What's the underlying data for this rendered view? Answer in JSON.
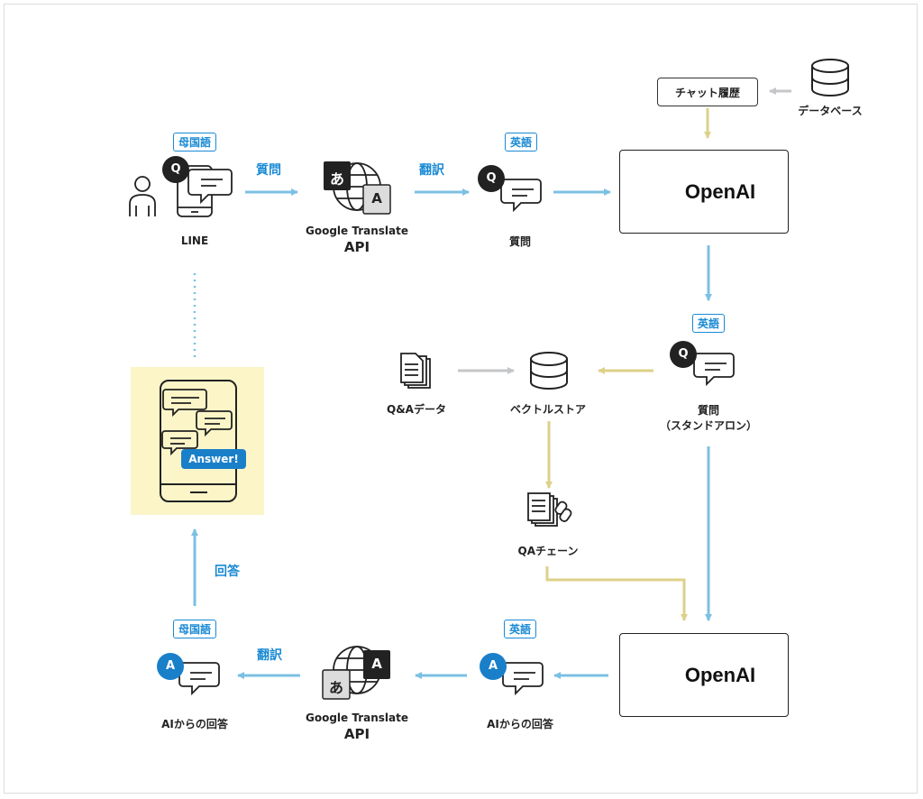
{
  "tags": {
    "native_top": "母国語",
    "english_top": "英語",
    "english_mid": "英語",
    "native_bottom": "母国語",
    "english_bottom": "英語"
  },
  "edge_labels": {
    "question": "質問",
    "translate_top": "翻訳",
    "translate_bottom": "翻訳",
    "answer": "回答"
  },
  "nodes": {
    "line": "LINE",
    "google_top_name": "Google Translate",
    "google_top_api": "API",
    "question_en": "質問",
    "chat_history": "チャット履歴",
    "database": "データベース",
    "openai_top": "OpenAI",
    "question_standalone_1": "質問",
    "question_standalone_2": "（スタンドアロン）",
    "qa_data": "Q&Aデータ",
    "vector_store": "ベクトルストア",
    "qa_chain": "QAチェーン",
    "openai_bottom": "OpenAI",
    "ai_answer_en": "AIからの回答",
    "google_bottom_name": "Google Translate",
    "google_bottom_api": "API",
    "ai_answer_native": "AIからの回答",
    "answer_bubble": "Answer!"
  },
  "icon_glyphs": {
    "q": "Q",
    "a": "A",
    "ja": "あ",
    "en": "A"
  },
  "colors": {
    "blue_arrow": "#7cc0e3",
    "yellow_arrow": "#ddd18a",
    "gray_arrow": "#c4c6c8",
    "tag_blue": "#1a8ad4",
    "answer_blue": "#1a7fc9",
    "highlight_bg": "#fbf5c8"
  }
}
